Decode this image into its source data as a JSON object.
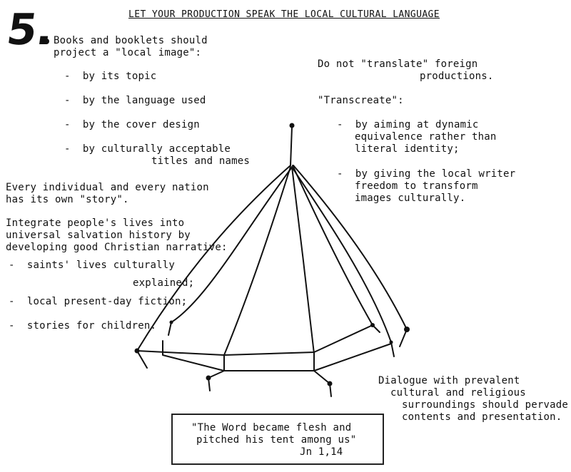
{
  "page": {
    "number": "5.",
    "title": "LET YOUR PRODUCTION SPEAK THE LOCAL CULTURAL LANGUAGE"
  },
  "left": {
    "intro_line1": "Books and booklets should",
    "intro_line2": "project a \"local image\":",
    "items": [
      "-  by its topic",
      "-  by the language used",
      "-  by the cover design",
      "-  by culturally acceptable",
      "titles and names"
    ],
    "story_line1": "Every individual and every nation",
    "story_line2": "has its own \"story\".",
    "integrate_line1": "Integrate people's lives into",
    "integrate_line2": "universal salvation history by",
    "integrate_line3": "developing good Christian narrative:",
    "narrative_items": [
      "-  saints' lives culturally",
      "explained;",
      "-  local present-day fiction;",
      "-  stories for children."
    ]
  },
  "right": {
    "translate_line1": "Do not \"translate\" foreign",
    "translate_line2": "productions.",
    "transcreate_heading": "\"Transcreate\":",
    "transcreate_items": [
      "-  by aiming at dynamic",
      "equivalence rather than",
      "literal identity;",
      "-  by giving the local writer",
      "freedom to transform",
      "images culturally."
    ],
    "dialogue_line1": "Dialogue with prevalent",
    "dialogue_line2": "cultural and religious",
    "dialogue_line3": "surroundings should pervade",
    "dialogue_line4": "contents and presentation."
  },
  "quote": {
    "line1": "\"The Word became flesh and",
    "line2": "pitched his tent among us\"",
    "reference": "Jn 1,14"
  },
  "drawing": {
    "subject": "tent-sketch",
    "ink_color": "#111111"
  }
}
